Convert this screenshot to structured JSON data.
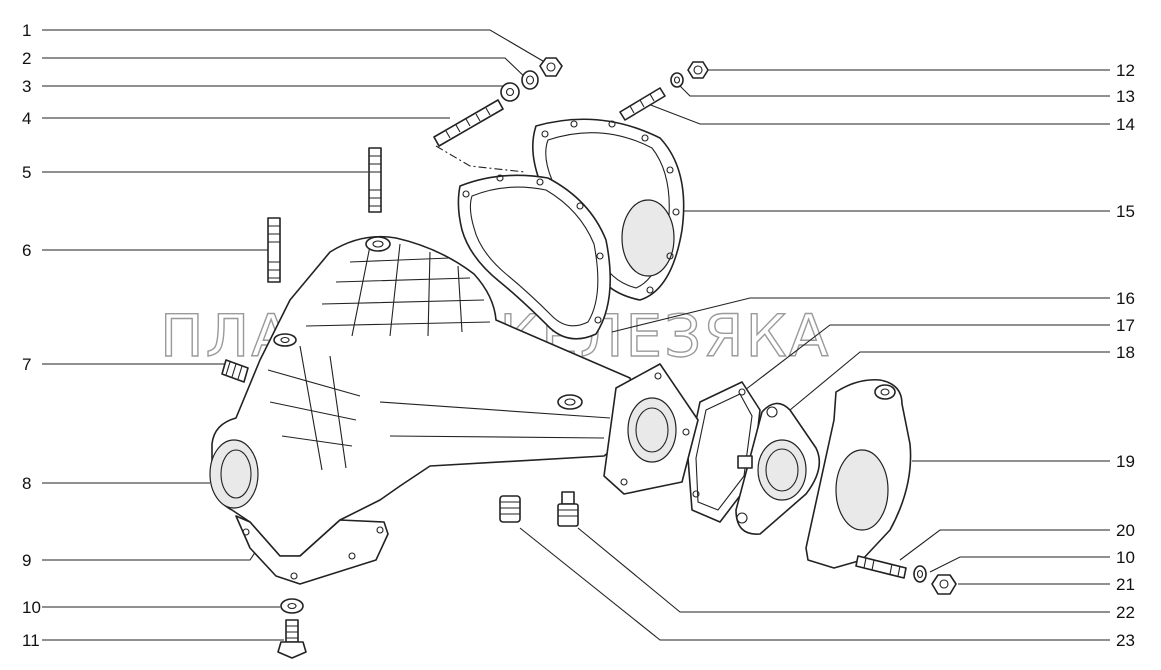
{
  "watermark": "ПЛАНЕТА ЖЕЛЕЗЯКА",
  "callouts_left": [
    "1",
    "2",
    "3",
    "4",
    "5",
    "6",
    "7",
    "8",
    "9",
    "10",
    "11"
  ],
  "callouts_right": [
    "12",
    "13",
    "14",
    "15",
    "16",
    "17",
    "18",
    "19",
    "20",
    "10",
    "21",
    "22",
    "23"
  ]
}
